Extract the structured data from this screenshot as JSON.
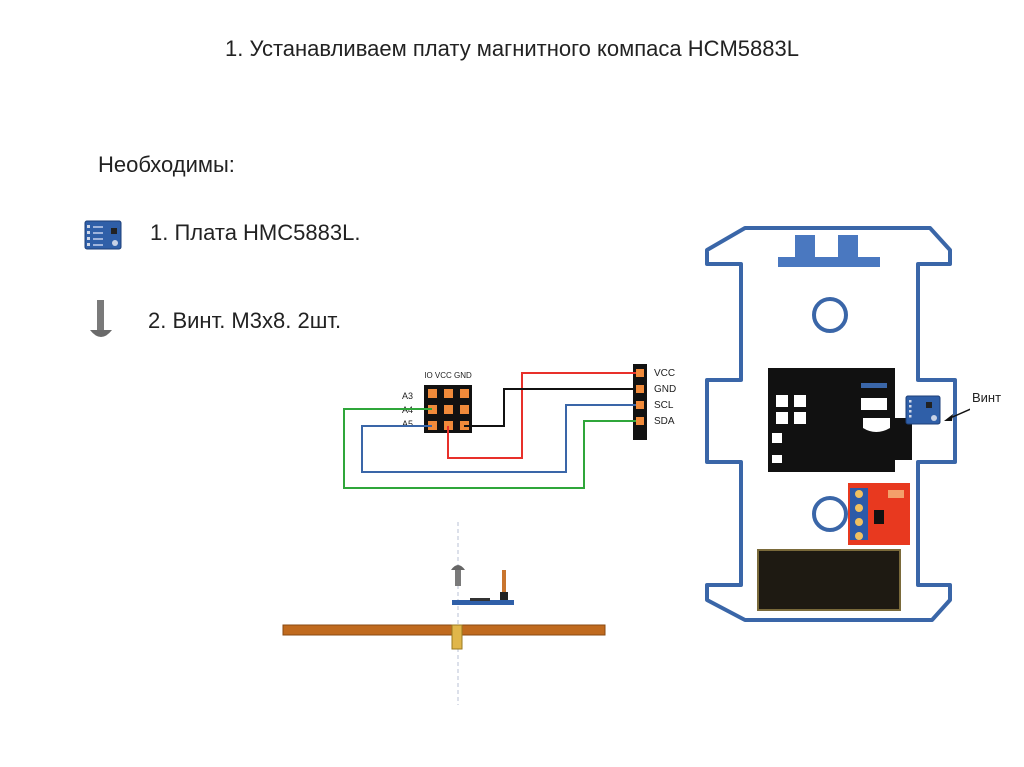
{
  "slide": {
    "title": "1. Устанавливаем плату магнитного компаса HCM5883L",
    "required_heading": "Необходимы:",
    "items": [
      {
        "text": "1. Плата HMC5883L."
      },
      {
        "text": "2. Винт. М3х8. 2шт."
      }
    ]
  },
  "wiring": {
    "header_top_label": "IO VCC GND",
    "arduino_pins": [
      "A3",
      "A4",
      "A5"
    ],
    "module_pins": [
      "VCC",
      "GND",
      "SCL",
      "SDA"
    ],
    "wire_colors": {
      "vcc": "#e8302a",
      "gnd": "#111111",
      "scl": "#3a66a8",
      "sda": "#2fa63a"
    }
  },
  "robot": {
    "screw_label": "Винт",
    "outline_color": "#3a66a8"
  }
}
